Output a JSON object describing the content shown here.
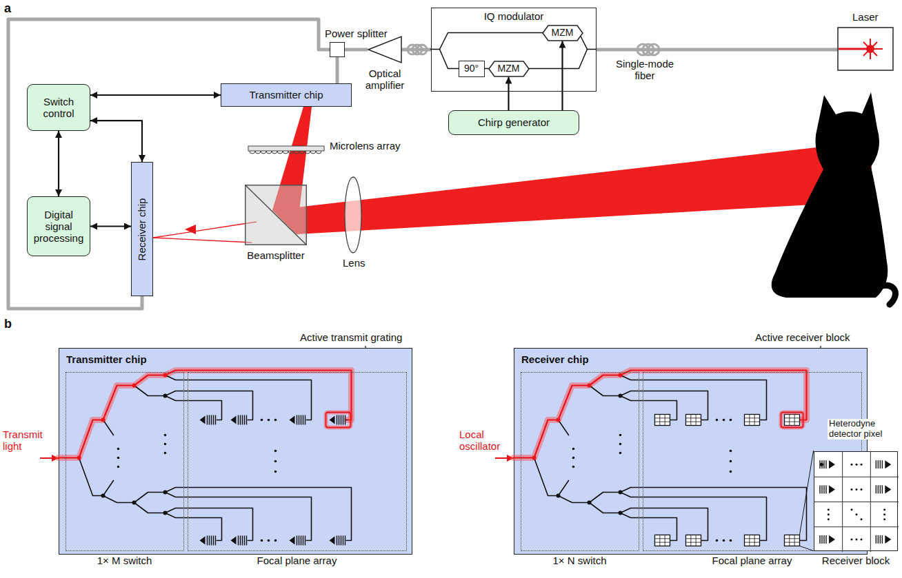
{
  "diagram": {
    "nodes": [
      {
        "text": [
          "Switch control"
        ]
      },
      {
        "text": [
          "Transmitter chip"
        ]
      },
      {
        "text": [
          "Receiver chip"
        ]
      },
      {
        "text": [
          "Digital signal processing"
        ]
      },
      {
        "text": [
          "Power splitter"
        ]
      },
      {
        "text": [
          "Optical amplifier"
        ]
      },
      {
        "text": [
          "IQ modulator"
        ]
      },
      {
        "text": [
          "MZM"
        ],
        "in": 6
      },
      {
        "text": [
          "90°"
        ],
        "in": 6
      },
      {
        "text": [
          "MZM"
        ],
        "in": 6
      },
      {
        "text": [
          "Chirp generator"
        ]
      },
      {
        "text": [
          "Beamsplitter"
        ]
      },
      {
        "text": [
          "Transmitter chip"
        ]
      },
      {
        "text": [
          "1× M switch"
        ],
        "in": 12
      },
      {
        "text": [
          "Focal plane array"
        ],
        "in": 12
      },
      {
        "text": [
          "Receiver chip"
        ]
      },
      {
        "text": [
          "1× N switch"
        ],
        "in": 15
      },
      {
        "text": [
          "Focal plane array"
        ],
        "in": 15
      },
      {
        "text": [
          "Receiver block"
        ]
      }
    ],
    "edges": [
      {
        "from": 0,
        "to": 1,
        "arrow": "both"
      },
      {
        "from": 0,
        "to": 2,
        "arrow": "both"
      },
      {
        "from": 0,
        "to": 3,
        "arrow": "both"
      },
      {
        "from": 3,
        "to": 2,
        "arrow": "both"
      },
      {
        "from": 10,
        "to": 7,
        "arrow": "to"
      },
      {
        "from": 10,
        "to": 9,
        "arrow": "to"
      },
      {
        "from": 6,
        "to": 5,
        "arrow": "none"
      },
      {
        "from": 5,
        "to": 4,
        "arrow": "none"
      },
      {
        "from": 4,
        "to": 1,
        "arrow": "none"
      },
      {
        "from": 4,
        "to": 2,
        "arrow": "none"
      }
    ],
    "labels": [
      "a",
      "Laser",
      "Single-mode fiber",
      "Microlens array",
      "Lens",
      "b",
      "Transmit light",
      "Active transmit grating",
      "Local oscillator",
      "Active receiver block",
      "Heterodyne detector pixel"
    ]
  }
}
